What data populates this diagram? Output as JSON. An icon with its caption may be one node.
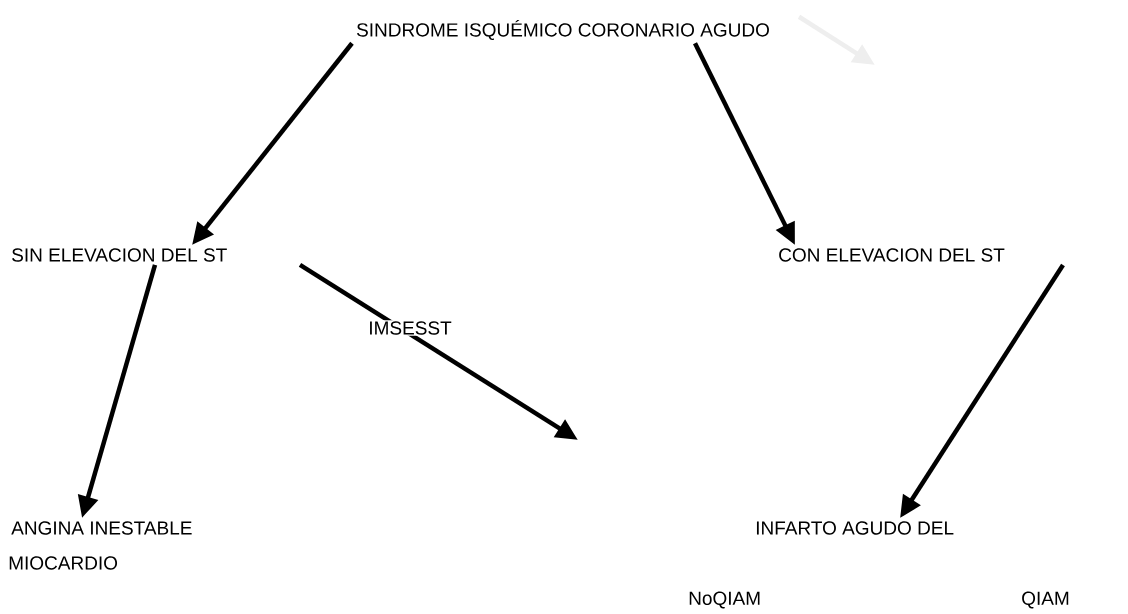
{
  "diagram": {
    "nodes": [
      {
        "text": [
          "SINDROME ISQUÉMICO CORONARIO AGUDO"
        ]
      },
      {
        "text": [
          "SIN ELEVACION DEL ST"
        ]
      },
      {
        "text": [
          "CON  ELEVACION DEL ST"
        ]
      },
      {
        "text": [
          "ANGINA INESTABLE"
        ]
      },
      {
        "text": [
          "INFARTO AGUDO DEL"
        ]
      }
    ],
    "edges": [
      {
        "from": 0,
        "to": 1,
        "arrow": "to"
      },
      {
        "from": 0,
        "to": 2,
        "arrow": "to"
      },
      {
        "from": 1,
        "to": 3,
        "arrow": "to"
      },
      {
        "from": 1,
        "to": null,
        "arrow": "to",
        "label": "IMSESST"
      },
      {
        "from": 2,
        "to": 4,
        "arrow": "to"
      },
      {
        "from": 0,
        "to": null,
        "arrow": "to",
        "color": "#eeeeee"
      }
    ],
    "labels": [
      "MIOCARDIO",
      "NoQIAM",
      "QIAM"
    ]
  }
}
